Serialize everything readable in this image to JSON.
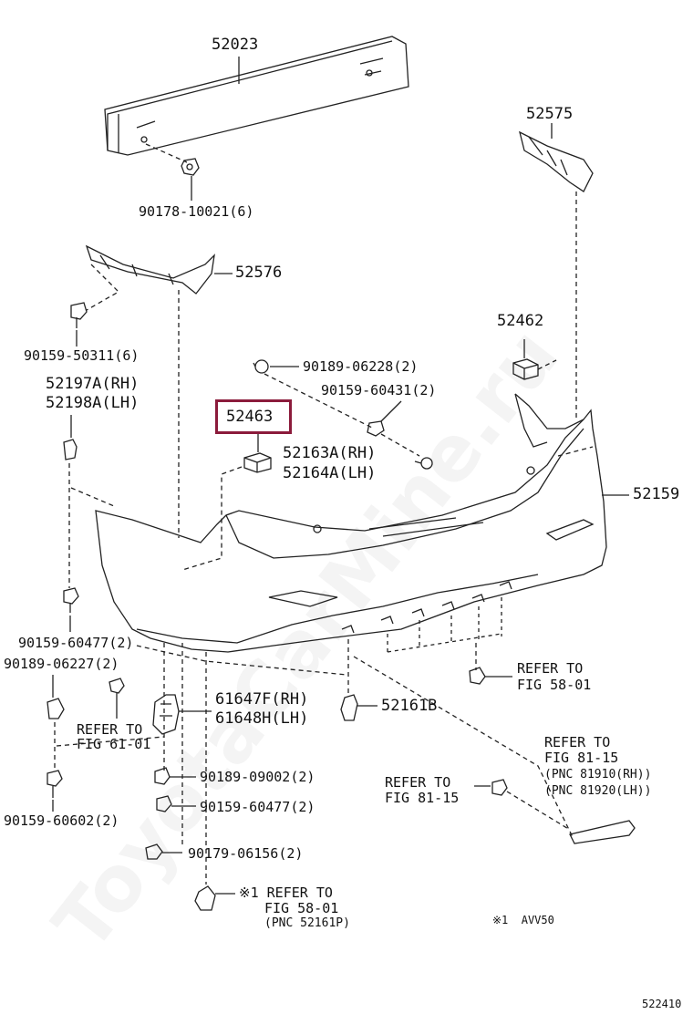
{
  "watermark": "ToyotaCarMine.ru",
  "highlight_color": "#8b1b3b",
  "figure_number": "522410",
  "note": "※1  AVV50",
  "labels": {
    "p52023": "52023",
    "p90178": "90178-10021(6)",
    "p52575": "52575",
    "p52576": "52576",
    "p90159_50311": "90159-50311(6)",
    "p52197": "52197A(RH)",
    "p52198": "52198A(LH)",
    "p52462": "52462",
    "p90189_06228": "90189-06228(2)",
    "p90159_60431": "90159-60431(2)",
    "p52463": "52463",
    "p52163": "52163A(RH)",
    "p52164": "52164A(LH)",
    "p52159": "52159",
    "p90159_60477a": "90159-60477(2)",
    "p90189_06227": "90189-06227(2)",
    "refer_58_01a_1": "REFER TO",
    "refer_58_01a_2": "FIG 58-01",
    "p61647": "61647F(RH)",
    "p61648": "61648H(LH)",
    "p52161": "52161B",
    "refer_61_01_1": "REFER TO",
    "refer_61_01_2": "FIG 61-01",
    "refer_81_15a_1": "REFER TO",
    "refer_81_15a_2": "FIG 81-15",
    "pnc_81910": "(PNC 81910(RH))",
    "pnc_81920": "(PNC 81920(LH))",
    "p90189_09002": "90189-09002(2)",
    "refer_81_15b_1": "REFER TO",
    "refer_81_15b_2": "FIG 81-15",
    "p90159_60602": "90159-60602(2)",
    "p90159_60477b": "90159-60477(2)",
    "p90179_06156": "90179-06156(2)",
    "refer_58_01b_1": "※1 REFER TO",
    "refer_58_01b_2": "FIG 58-01",
    "pnc_52161p": "(PNC 52161P)"
  }
}
